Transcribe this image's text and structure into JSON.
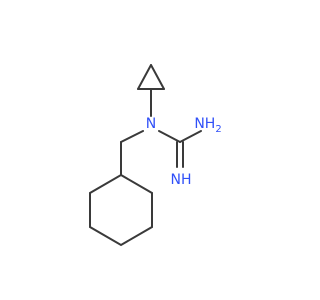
{
  "molecule": {
    "atoms": {
      "n_center": {
        "label": "N",
        "color": "#3050f8"
      },
      "nh2": {
        "label": "NH",
        "sub": "2",
        "color": "#3050f8"
      },
      "nh": {
        "label": "NH",
        "color": "#3050f8"
      }
    },
    "bond_color": "#3a3a3a"
  }
}
